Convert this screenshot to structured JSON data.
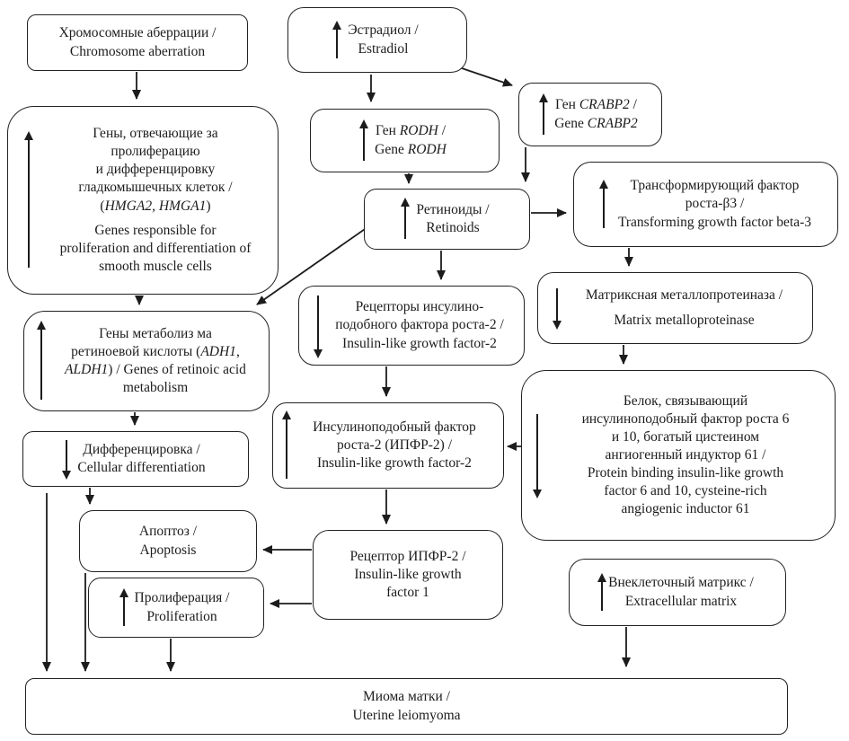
{
  "colors": {
    "ink": "#1c1c1c",
    "background": "#ffffff",
    "box_border": "#222222"
  },
  "nodes": {
    "chromosome": {
      "trend": "none",
      "l1": "Хромосомные аберрации /",
      "l2": "Chromosome aberration"
    },
    "estradiol": {
      "trend": "up",
      "l1": "Эстрадиол /",
      "l2": "Estradiol"
    },
    "crabp2": {
      "trend": "up",
      "l1a": "Ген ",
      "l1b": "CRABP2",
      "l1c": " /",
      "l2a": "Gene ",
      "l2b": "CRABP2"
    },
    "rodh": {
      "trend": "up",
      "l1a": "Ген ",
      "l1b": "RODH",
      "l1c": " /",
      "l2a": "Gene ",
      "l2b": "RODH"
    },
    "hmga": {
      "trend": "up",
      "l1": "Гены, отвечающие за",
      "l2": "пролиферацию",
      "l3": "и дифференцировку",
      "l4": "гладкомышечных клеток /",
      "l5a": "(",
      "l5b": "HMGA2, HMGA1",
      "l5c": ")",
      "l6": "Genes responsible for",
      "l7": "proliferation and differentiation of",
      "l8": "smooth muscle cells"
    },
    "retinoids": {
      "trend": "up",
      "l1": "Ретиноиды /",
      "l2": "Retinoids"
    },
    "tgf": {
      "trend": "up",
      "l1": "Трансформирующий фактор",
      "l2": "роста-β3 /",
      "l3": "Transforming growth factor beta-3"
    },
    "mmp": {
      "trend": "down",
      "l1": "Матриксная металлопротеиназа /",
      "l2": "Matrix metalloproteinase"
    },
    "igf2_receptors": {
      "trend": "down",
      "l1": "Рецепторы инсулино-",
      "l2": "подобного фактора роста-2 /",
      "l3": "Insulin-like growth factor-2"
    },
    "retinoic_genes": {
      "trend": "up",
      "l1": "Гены метаболиз ма",
      "l2a": "ретиноевой кислоты (",
      "l2b": "ADH1",
      "l2c": ",",
      "l3a": "ALDH1",
      "l3b": ") / Genes of retinoic acid",
      "l4": "metabolism"
    },
    "cyr61": {
      "trend": "down",
      "l1": "Белок, связывающий",
      "l2": "инсулиноподобный фактор роста 6",
      "l3": "и 10, богатый цистеином",
      "l4": "ангиогенный индуктор 61 /",
      "l5": "Protein binding insulin-like growth",
      "l6": "factor 6 and 10, cysteine-rich",
      "l7": "angiogenic inductor 61"
    },
    "igf2": {
      "trend": "up",
      "l1": "Инсулиноподобный фактор",
      "l2": "роста-2 (ИПФР-2) /",
      "l3": "Insulin-like growth factor-2"
    },
    "differentiation": {
      "trend": "down",
      "l1": "Дифференцировка /",
      "l2": "Cellular differentiation"
    },
    "apoptosis": {
      "trend": "none",
      "l1": "Апоптоз /",
      "l2": "Apoptosis"
    },
    "proliferation": {
      "trend": "up",
      "l1": "Пролиферация /",
      "l2": "Proliferation"
    },
    "igf2_receptor": {
      "trend": "none",
      "l1": "Рецептор ИПФР-2 /",
      "l2": "Insulin-like growth",
      "l3": "factor 1"
    },
    "ecm": {
      "trend": "up",
      "l1": "Внеклеточный матрикс /",
      "l2": "Extracellular matrix"
    },
    "myoma": {
      "trend": "none",
      "l1": "Миома матки /",
      "l2": "Uterine leiomyoma"
    }
  },
  "edges": [
    {
      "from": "chromosome",
      "to": "hmga"
    },
    {
      "from": "estradiol",
      "to": "rodh"
    },
    {
      "from": "estradiol",
      "to": "crabp2"
    },
    {
      "from": "crabp2",
      "to": "retinoids"
    },
    {
      "from": "rodh",
      "to": "retinoids"
    },
    {
      "from": "retinoids",
      "to": "tgf"
    },
    {
      "from": "retinoids",
      "to": "igf2_receptors"
    },
    {
      "from": "retinoids",
      "to": "retinoic_genes"
    },
    {
      "from": "hmga",
      "to": "retinoic_genes"
    },
    {
      "from": "tgf",
      "to": "mmp"
    },
    {
      "from": "mmp",
      "to": "cyr61"
    },
    {
      "from": "igf2_receptors",
      "to": "igf2"
    },
    {
      "from": "cyr61",
      "to": "igf2"
    },
    {
      "from": "igf2",
      "to": "igf2_receptor"
    },
    {
      "from": "retinoic_genes",
      "to": "differentiation"
    },
    {
      "from": "differentiation",
      "to": "apoptosis"
    },
    {
      "from": "differentiation",
      "to": "myoma"
    },
    {
      "from": "apoptosis",
      "to": "myoma"
    },
    {
      "from": "proliferation",
      "to": "myoma"
    },
    {
      "from": "igf2_receptor",
      "to": "apoptosis"
    },
    {
      "from": "igf2_receptor",
      "to": "proliferation"
    },
    {
      "from": "ecm",
      "to": "myoma"
    }
  ]
}
